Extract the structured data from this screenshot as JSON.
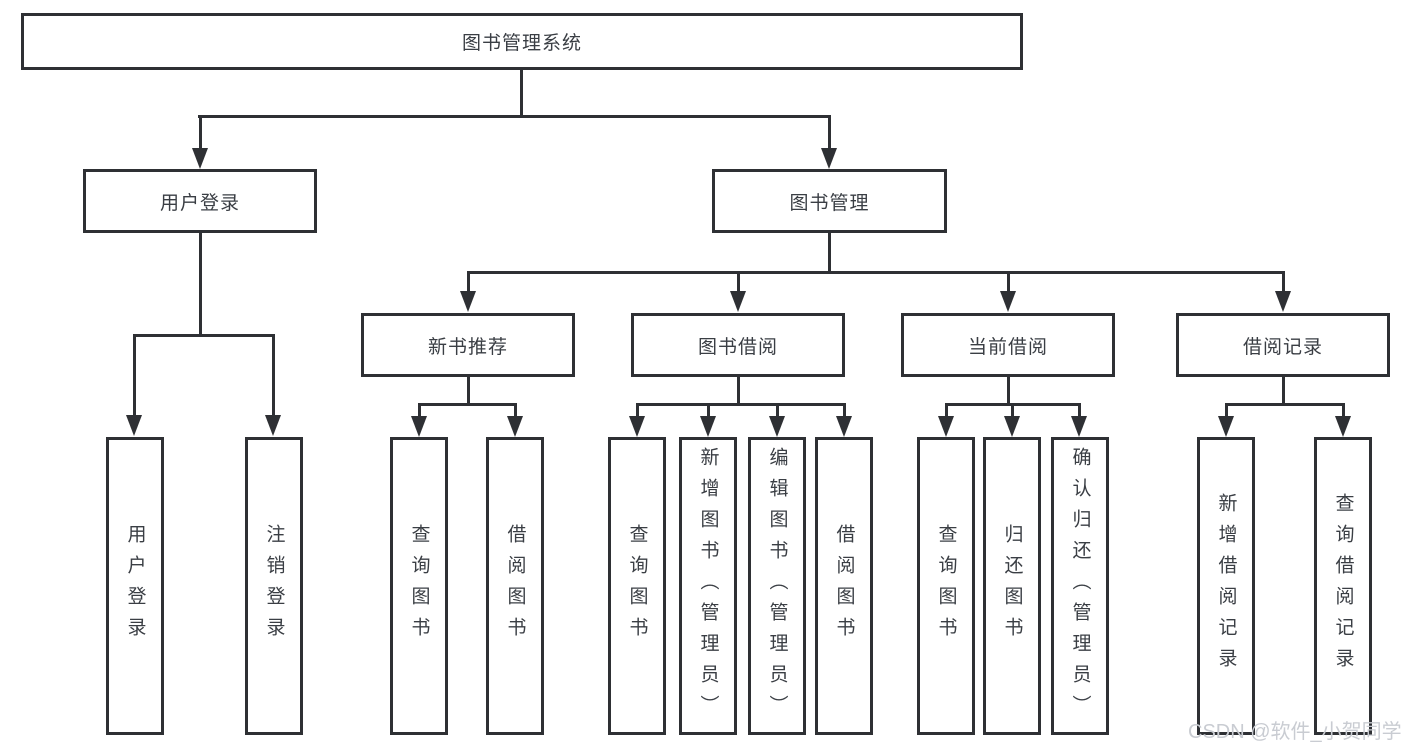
{
  "colors": {
    "line": "#2e3034",
    "text": "#3a3e44",
    "background": "#ffffff",
    "watermark": "#c9ccd2"
  },
  "tree": {
    "root": {
      "label": "图书管理系统"
    },
    "level2": [
      {
        "label": "用户登录"
      },
      {
        "label": "图书管理"
      }
    ],
    "level3": [
      {
        "label": "新书推荐"
      },
      {
        "label": "图书借阅"
      },
      {
        "label": "当前借阅"
      },
      {
        "label": "借阅记录"
      }
    ],
    "leaves": [
      {
        "label": "用户登录"
      },
      {
        "label": "注销登录"
      },
      {
        "label": "查询图书"
      },
      {
        "label": "借阅图书"
      },
      {
        "label": "查询图书"
      },
      {
        "label": "新增图书（管理员）"
      },
      {
        "label": "编辑图书（管理员）"
      },
      {
        "label": "借阅图书"
      },
      {
        "label": "查询图书"
      },
      {
        "label": "归还图书"
      },
      {
        "label": "确认归还（管理员）"
      },
      {
        "label": "新增借阅记录"
      },
      {
        "label": "查询借阅记录"
      }
    ]
  },
  "watermark": {
    "label": "CSDN @软件_小贺同学"
  }
}
